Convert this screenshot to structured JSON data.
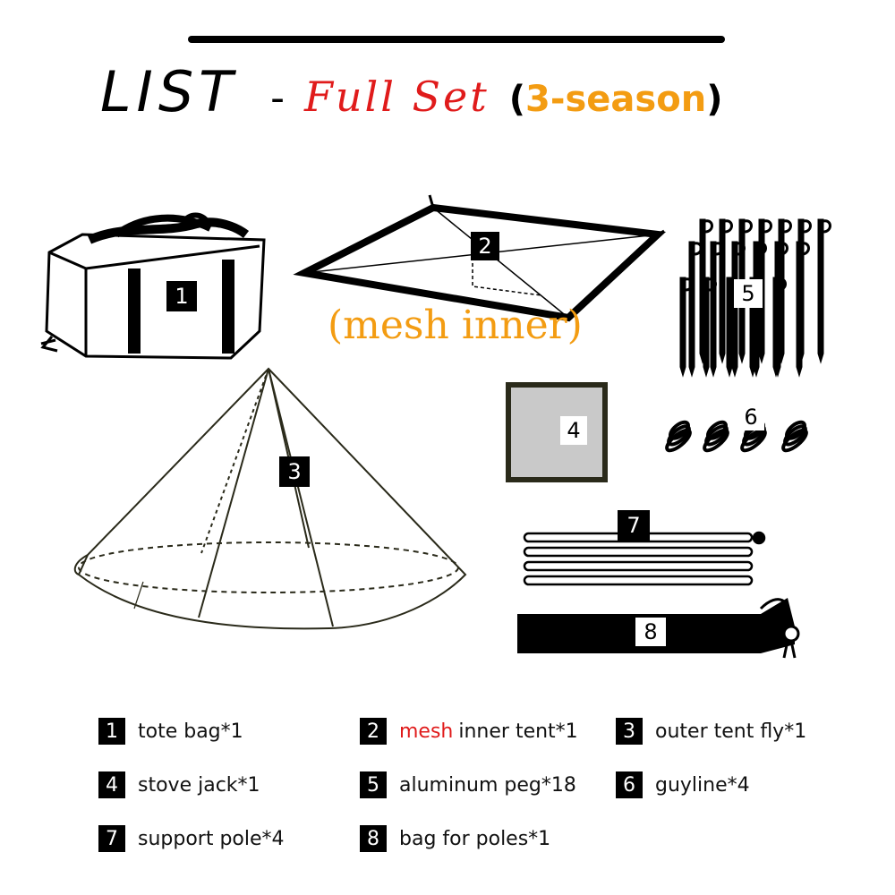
{
  "title": {
    "list": "LIST",
    "dash": "-",
    "full_set": "Full Set",
    "paren_open": "(",
    "season": "3-season",
    "paren_close": ")"
  },
  "colors": {
    "accent_red": "#e01b1b",
    "accent_orange": "#f39c12"
  },
  "mesh_caption": "(mesh inner)",
  "illustrations": [
    {
      "number": "1",
      "icon": "tote-bag-icon"
    },
    {
      "number": "2",
      "icon": "mesh-inner-tent-icon"
    },
    {
      "number": "3",
      "icon": "outer-tent-fly-icon"
    },
    {
      "number": "4",
      "icon": "stove-jack-icon"
    },
    {
      "number": "5",
      "icon": "peg-icon"
    },
    {
      "number": "6",
      "icon": "guyline-coil-icon"
    },
    {
      "number": "7",
      "icon": "support-pole-icon"
    },
    {
      "number": "8",
      "icon": "pole-bag-icon"
    }
  ],
  "legend": [
    {
      "number": "1",
      "accent": "",
      "text": "tote bag*1"
    },
    {
      "number": "2",
      "accent": "mesh",
      "text": "inner tent*1"
    },
    {
      "number": "3",
      "accent": "",
      "text": "outer tent fly*1"
    },
    {
      "number": "4",
      "accent": "",
      "text": "stove jack*1"
    },
    {
      "number": "5",
      "accent": "",
      "text": "aluminum peg*18"
    },
    {
      "number": "6",
      "accent": "",
      "text": "guyline*4"
    },
    {
      "number": "7",
      "accent": "",
      "text": "support pole*4"
    },
    {
      "number": "8",
      "accent": "",
      "text": "bag for poles*1"
    }
  ]
}
